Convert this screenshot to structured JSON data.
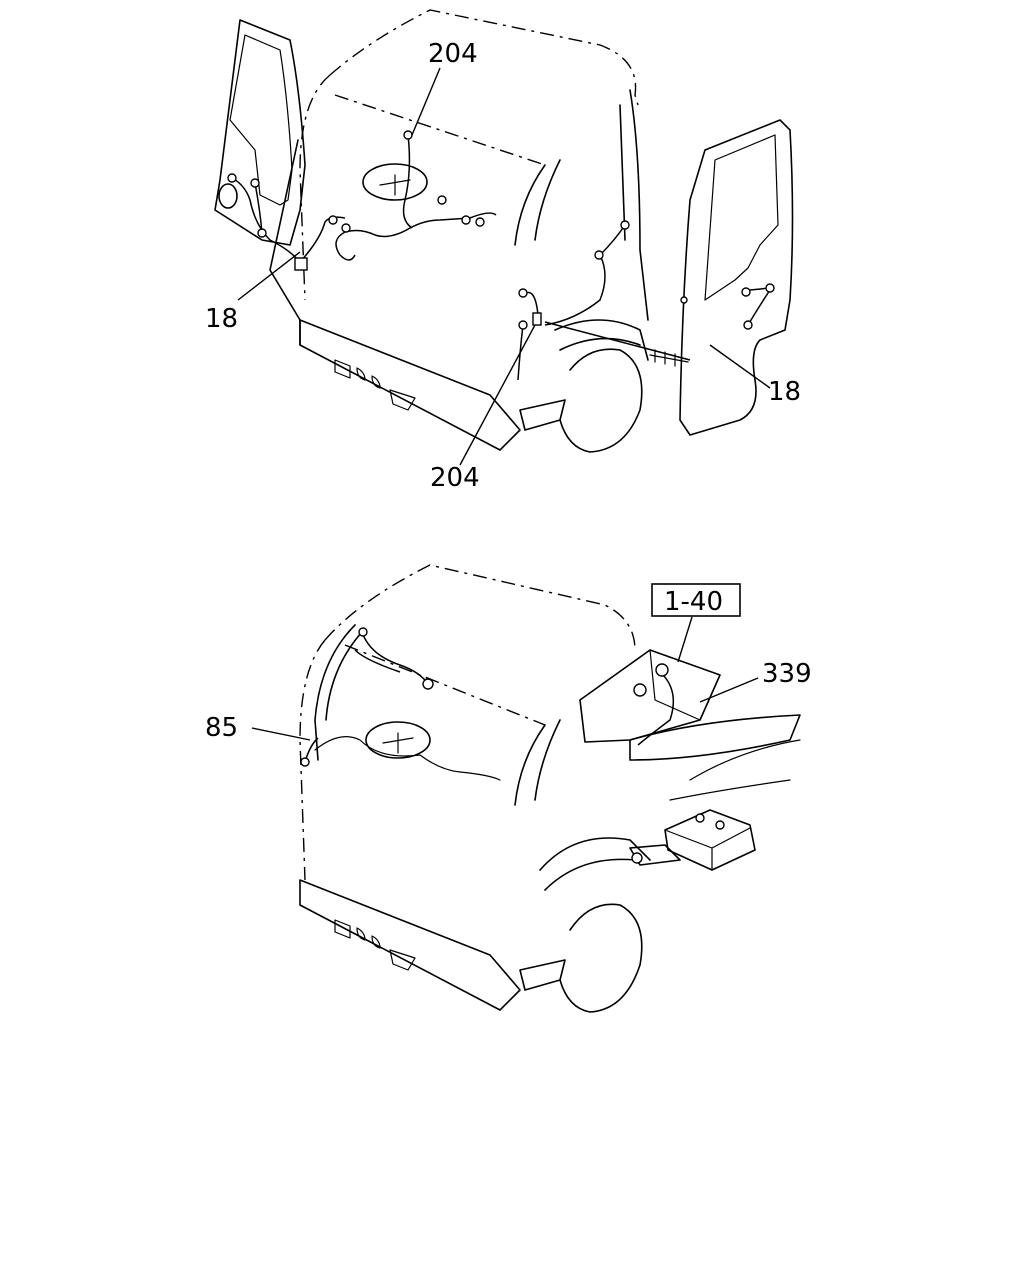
{
  "diagram": {
    "top": {
      "callouts": [
        "204",
        "18",
        "18",
        "204"
      ]
    },
    "bottom": {
      "reference_box": "1-40",
      "callouts": [
        "339",
        "85"
      ]
    }
  }
}
